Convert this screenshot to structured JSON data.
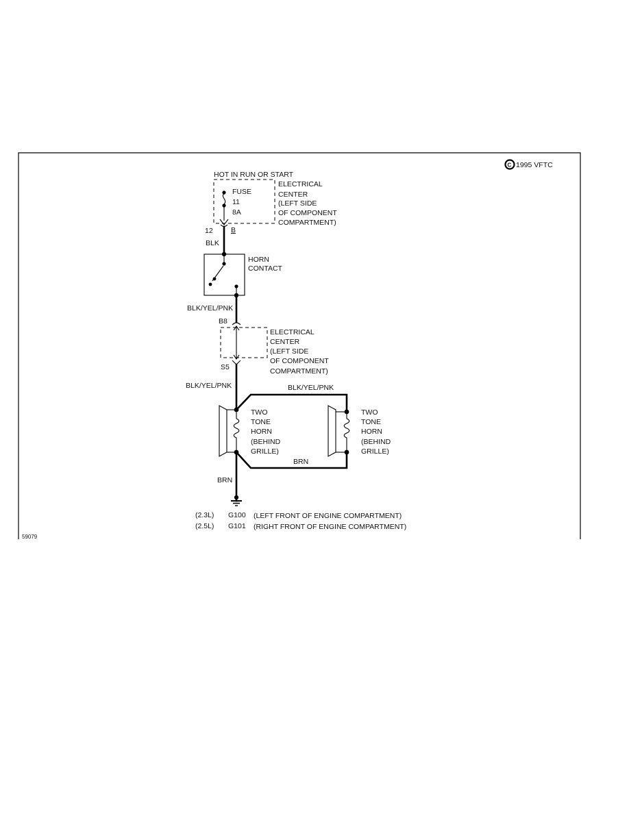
{
  "copyright": "1995 VFTC",
  "copyright_symbol": "C",
  "figure_id": "59079",
  "power_source": "HOT IN RUN OR START",
  "fuse": {
    "label": "FUSE",
    "number": "11",
    "rating": "8A"
  },
  "electrical_center_top": [
    "ELECTRICAL",
    "CENTER",
    "(LEFT SIDE",
    "OF COMPONENT",
    "COMPARTMENT)"
  ],
  "connector_top": {
    "pin": "12",
    "connector": "B"
  },
  "wires": {
    "blk": "BLK",
    "blk_yel_pnk_1": "BLK/YEL/PNK",
    "blk_yel_pnk_2": "BLK/YEL/PNK",
    "blk_yel_pnk_3": "BLK/YEL/PNK",
    "brn_1": "BRN",
    "brn_2": "BRN"
  },
  "horn_contact": [
    "HORN",
    "CONTACT"
  ],
  "connector_b8": "B8",
  "connector_s5": "S5",
  "electrical_center_bottom": [
    "ELECTRICAL",
    "CENTER",
    "(LEFT SIDE",
    "OF COMPONENT",
    "COMPARTMENT)"
  ],
  "horn_left": [
    "TWO",
    "TONE",
    "HORN",
    "(BEHIND",
    "GRILLE)"
  ],
  "horn_right": [
    "TWO",
    "TONE",
    "HORN",
    "(BEHIND",
    "GRILLE)"
  ],
  "grounds": [
    {
      "engine": "(2.3L)",
      "id": "G100",
      "location": "(LEFT FRONT OF ENGINE COMPARTMENT)"
    },
    {
      "engine": "(2.5L)",
      "id": "G101",
      "location": "(RIGHT FRONT OF ENGINE COMPARTMENT)"
    }
  ]
}
